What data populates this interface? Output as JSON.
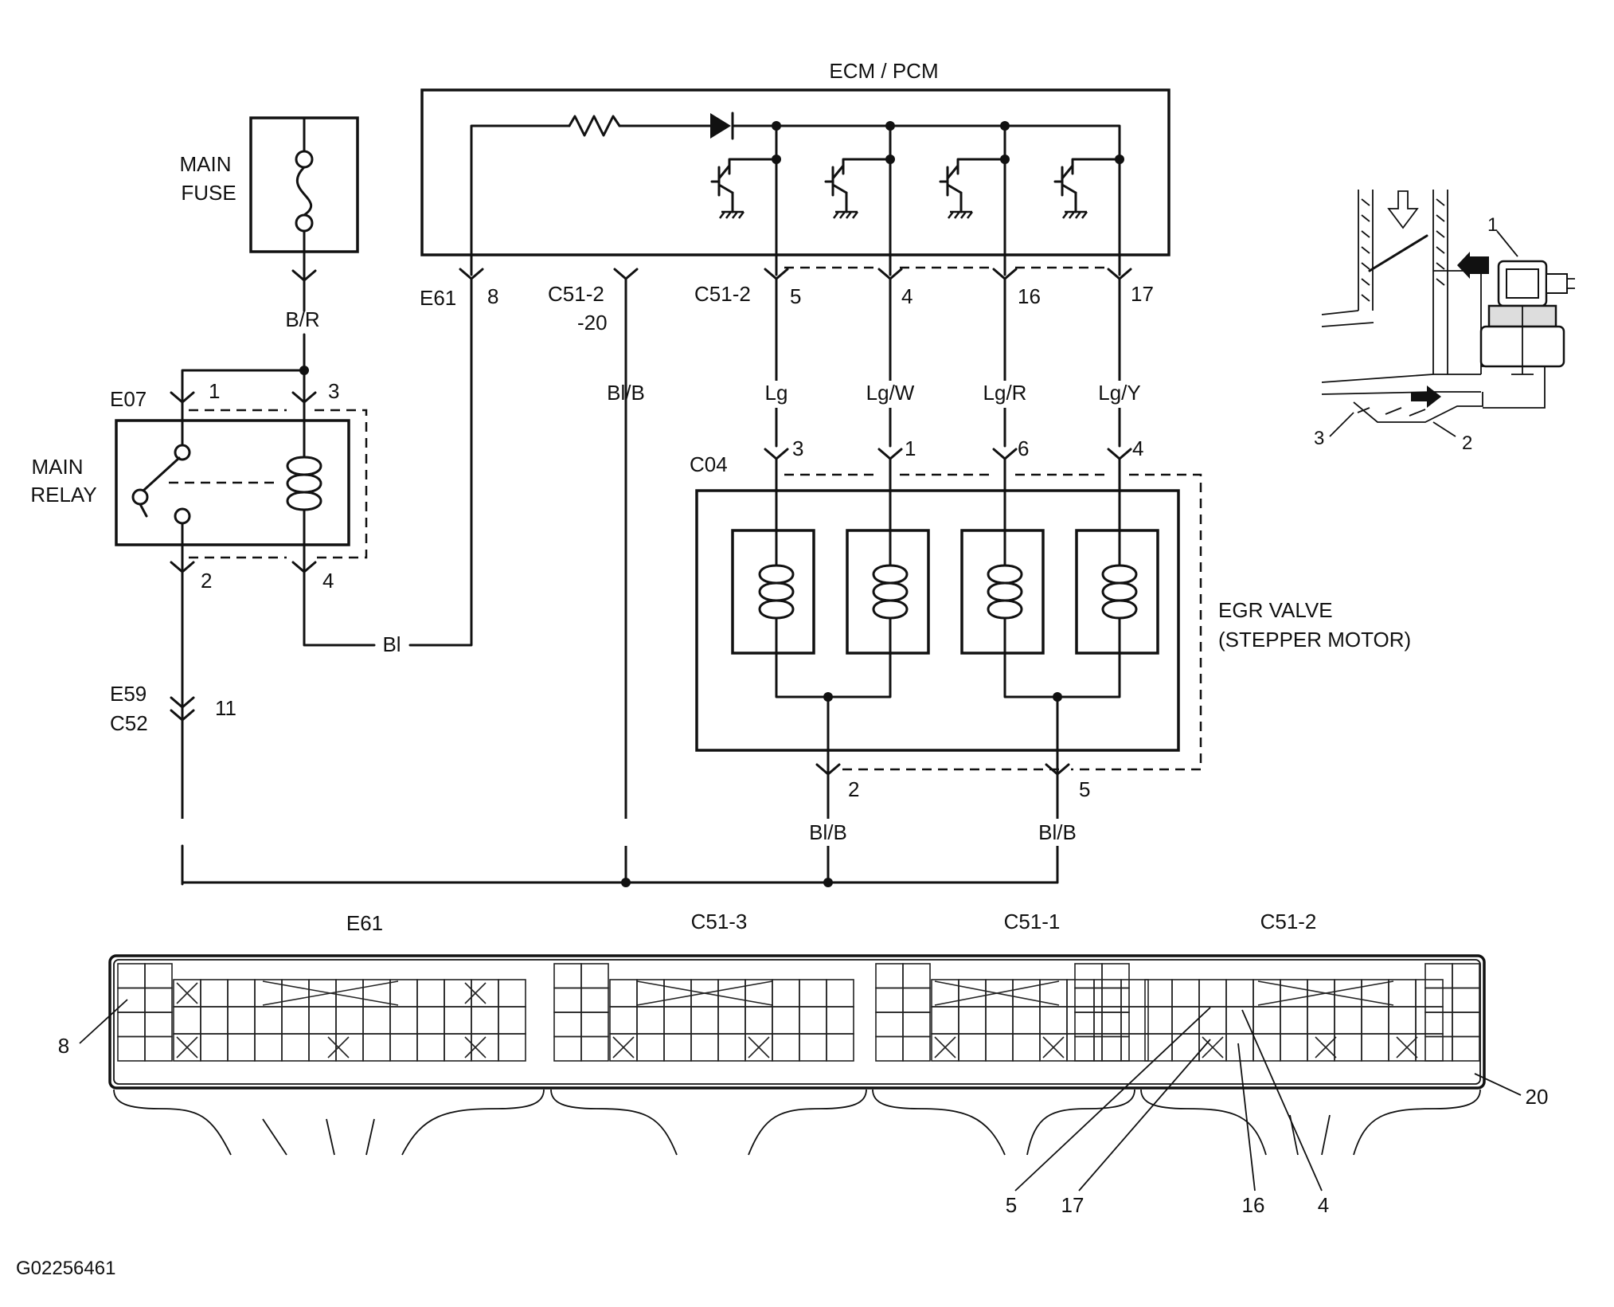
{
  "components": {
    "ecm": "ECM / PCM",
    "main_fuse": [
      "MAIN",
      "FUSE"
    ],
    "main_relay": [
      "MAIN",
      "RELAY"
    ],
    "egr_valve": [
      "EGR VALVE",
      "(STEPPER MOTOR)"
    ]
  },
  "connectors": {
    "e07": "E07",
    "e61": "E61",
    "c51_2": "C51-2",
    "c51_2_dash": "-20",
    "c04": "C04",
    "e59": "E59",
    "c52": "C52"
  },
  "pins": {
    "e07_1": "1",
    "e07_3": "3",
    "e07_2": "2",
    "e07_4": "4",
    "e61_8": "8",
    "c51_5": "5",
    "c51_4": "4",
    "c51_16": "16",
    "c51_17": "17",
    "c04_3": "3",
    "c04_1": "1",
    "c04_6": "6",
    "c04_4": "4",
    "c04_2": "2",
    "c04_5": "5",
    "e59_11": "11"
  },
  "wire_colors": {
    "br": "B/R",
    "bl": "Bl",
    "blb": "Bl/B",
    "lg": "Lg",
    "lgw": "Lg/W",
    "lgr": "Lg/R",
    "lgy": "Lg/Y"
  },
  "connector_face": {
    "groups": [
      "E61",
      "C51-3",
      "C51-1",
      "C51-2"
    ],
    "callouts": [
      "8",
      "20",
      "5",
      "17",
      "16",
      "4"
    ]
  },
  "inset_callouts": [
    "1",
    "2",
    "3"
  ],
  "figure_id": "G02256461"
}
